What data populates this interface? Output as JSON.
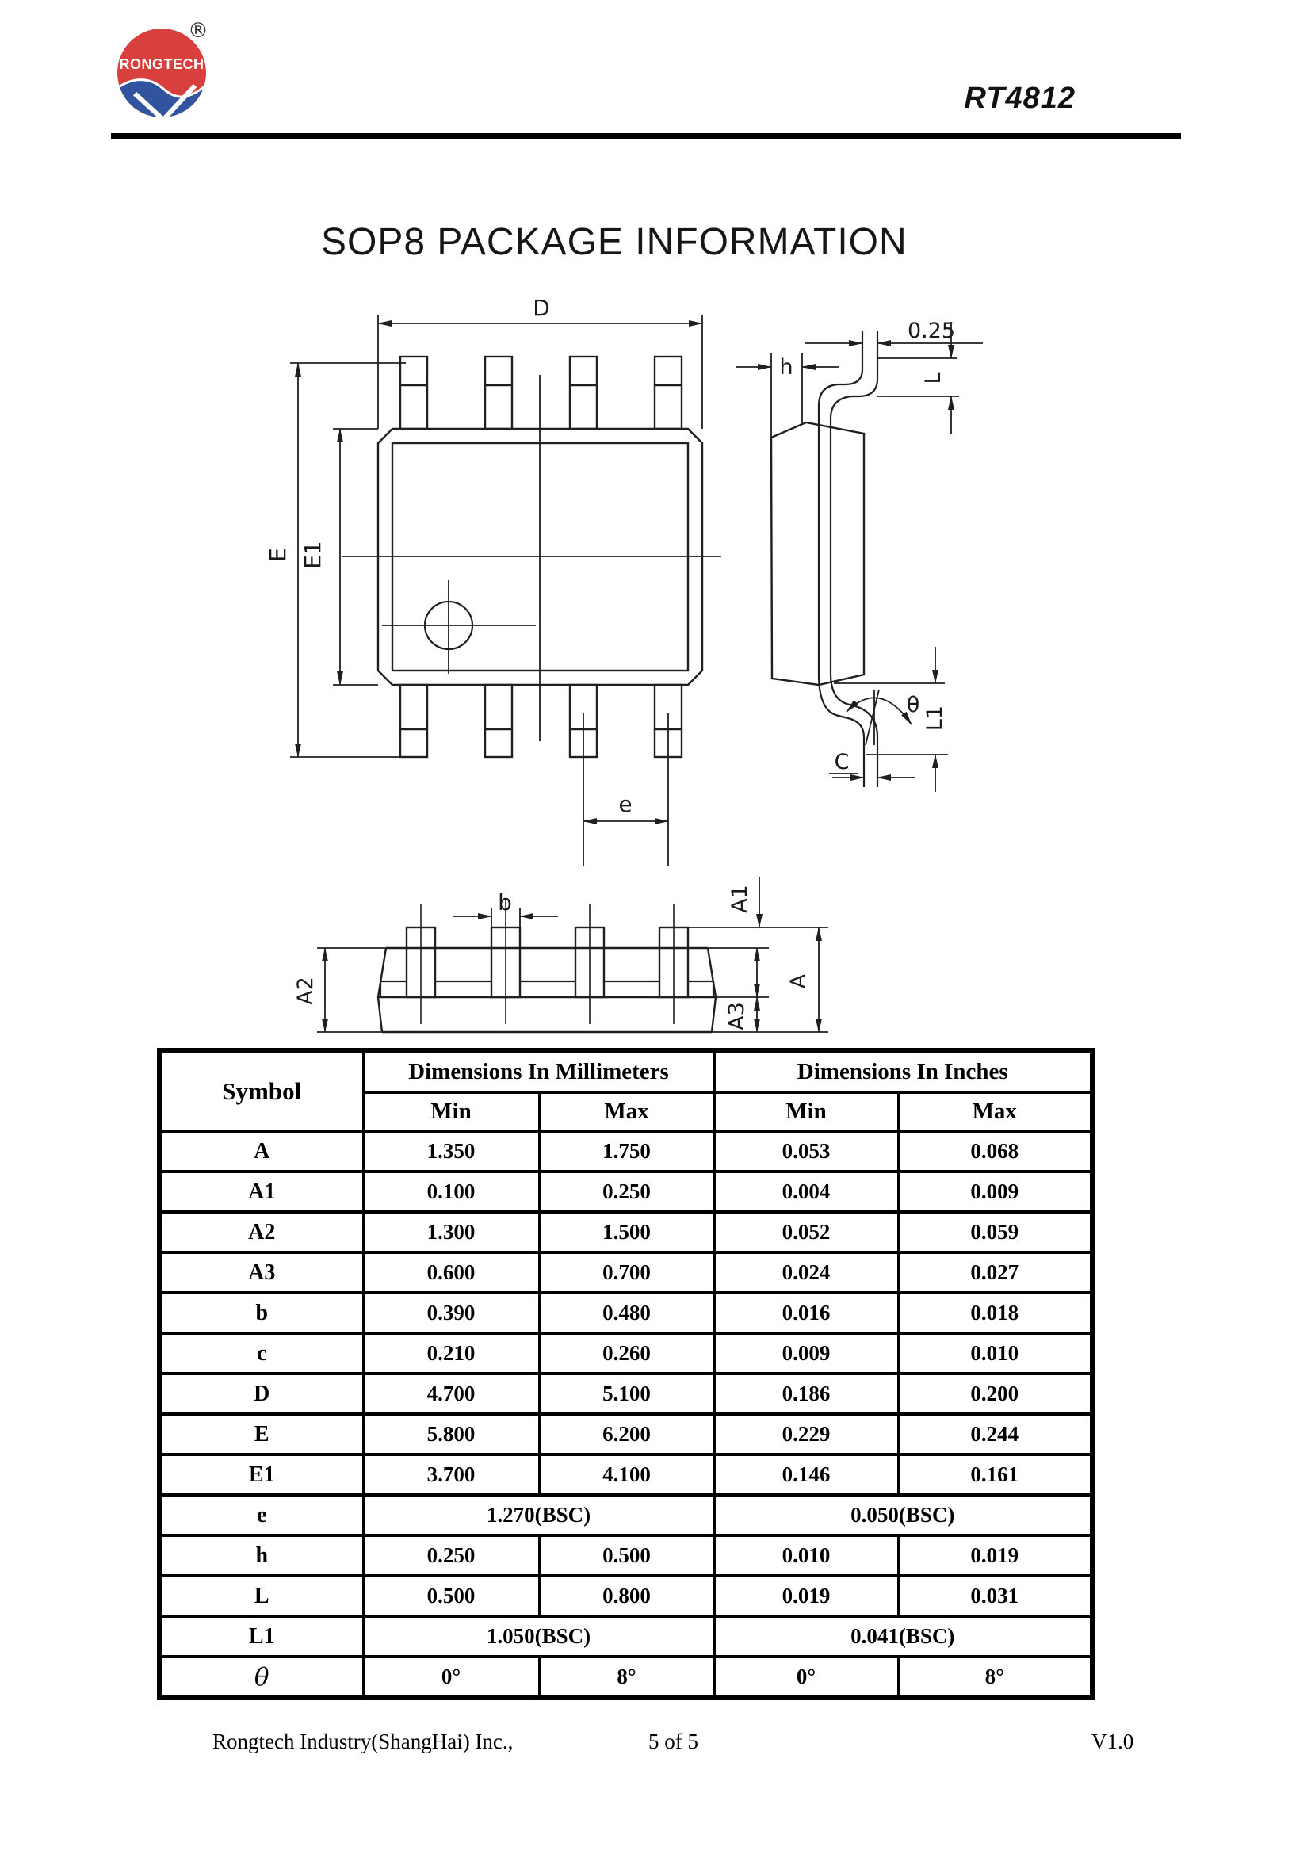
{
  "header": {
    "logo_text": "RONGTECH",
    "registered_mark": "®",
    "part_number": "RT4812"
  },
  "title": "SOP8 PACKAGE INFORMATION",
  "colors": {
    "logo_red": "#d8403d",
    "logo_blue": "#32549e",
    "line": "#1f1f1f"
  },
  "drawing": {
    "top_view": {
      "d": "D",
      "e_width": "E",
      "e1": "E1",
      "e_pitch": "e"
    },
    "side_view": {
      "lead_offset": "0.25",
      "h": "h",
      "l": "L",
      "theta": "θ",
      "l1": "L1",
      "c": "C"
    },
    "front_view": {
      "b": "b",
      "a": "A",
      "a1": "A1",
      "a2": "A2",
      "a3": "A3"
    }
  },
  "table": {
    "symbol_header": "Symbol",
    "mm_header": "Dimensions In Millimeters",
    "in_header": "Dimensions In Inches",
    "min": "Min",
    "max": "Max",
    "rows": [
      {
        "symbol": "A",
        "mm_min": "1.350",
        "mm_max": "1.750",
        "in_min": "0.053",
        "in_max": "0.068"
      },
      {
        "symbol": "A1",
        "mm_min": "0.100",
        "mm_max": "0.250",
        "in_min": "0.004",
        "in_max": "0.009"
      },
      {
        "symbol": "A2",
        "mm_min": "1.300",
        "mm_max": "1.500",
        "in_min": "0.052",
        "in_max": "0.059"
      },
      {
        "symbol": "A3",
        "mm_min": "0.600",
        "mm_max": "0.700",
        "in_min": "0.024",
        "in_max": "0.027"
      },
      {
        "symbol": "b",
        "mm_min": "0.390",
        "mm_max": "0.480",
        "in_min": "0.016",
        "in_max": "0.018"
      },
      {
        "symbol": "c",
        "mm_min": "0.210",
        "mm_max": "0.260",
        "in_min": "0.009",
        "in_max": "0.010"
      },
      {
        "symbol": "D",
        "mm_min": "4.700",
        "mm_max": "5.100",
        "in_min": "0.186",
        "in_max": "0.200"
      },
      {
        "symbol": "E",
        "mm_min": "5.800",
        "mm_max": "6.200",
        "in_min": "0.229",
        "in_max": "0.244"
      },
      {
        "symbol": "E1",
        "mm_min": "3.700",
        "mm_max": "4.100",
        "in_min": "0.146",
        "in_max": "0.161"
      },
      {
        "symbol": "e",
        "mm_span": "1.270(BSC)",
        "in_span": "0.050(BSC)"
      },
      {
        "symbol": "h",
        "mm_min": "0.250",
        "mm_max": "0.500",
        "in_min": "0.010",
        "in_max": "0.019"
      },
      {
        "symbol": "L",
        "mm_min": "0.500",
        "mm_max": "0.800",
        "in_min": "0.019",
        "in_max": "0.031"
      },
      {
        "symbol": "L1",
        "mm_span": "1.050(BSC)",
        "in_span": "0.041(BSC)"
      },
      {
        "symbol": "θ",
        "mm_min": "0°",
        "mm_max": "8°",
        "in_min": "0°",
        "in_max": "8°"
      }
    ]
  },
  "footer": {
    "company": "Rongtech Industry(ShangHai) Inc.,",
    "page": "5 of 5",
    "version": "V1.0"
  }
}
